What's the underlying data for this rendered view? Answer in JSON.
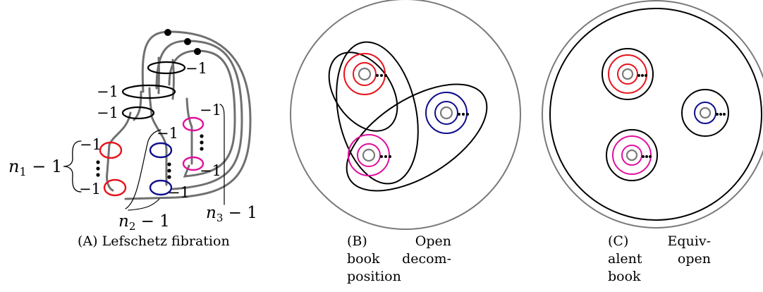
{
  "colors": {
    "strand": "#707070",
    "red": "#e8131b",
    "blue": "#0d0d8c",
    "magenta": "#e0109e",
    "outer_circle": "#7a7a7a",
    "black": "#000000"
  },
  "panel_a": {
    "labels": {
      "m1_top": "−1",
      "m1_upper": "−1",
      "m1_mid": "−1",
      "m1_red_top": "−1",
      "m1_red_bot": "−1",
      "m1_blue_top": "−1",
      "m1_blue_bot": "−1",
      "m1_mag_top": "−1",
      "m1_mag_bot": "−1",
      "n1": "n",
      "n1_sub": "1",
      "n1_rest": " − 1",
      "n2": "n",
      "n2_sub": "2",
      "n2_rest": " − 1",
      "n3": "n",
      "n3_sub": "3",
      "n3_rest": " − 1"
    },
    "caption": {
      "tag": "(A)",
      "text": "Lefschetz fibration"
    }
  },
  "panel_b": {
    "caption": {
      "tag": "(B)",
      "word1": "Open",
      "line2a": "book",
      "line2b": "decom-",
      "line3": "position"
    }
  },
  "panel_c": {
    "caption": {
      "tag": "(C)",
      "word1": "Equiv-",
      "line2a": "alent",
      "line2b": "open",
      "line3": "book"
    }
  }
}
